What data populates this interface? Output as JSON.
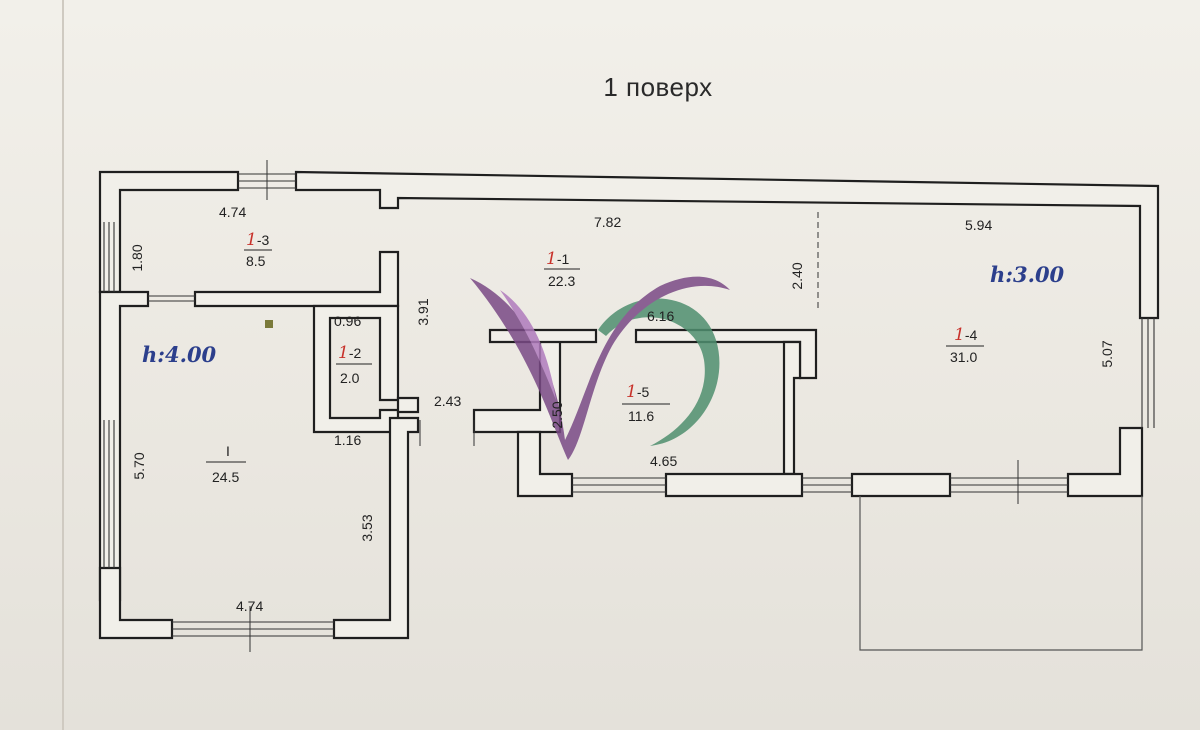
{
  "title": "1 поверх",
  "heights": {
    "left": "h:4.00",
    "right": "h:3.00"
  },
  "rooms": [
    {
      "mark": "1",
      "suffix": "-3",
      "area": "8.5"
    },
    {
      "mark": "1",
      "suffix": "-2",
      "area": "2.0"
    },
    {
      "mark": "1",
      "suffix": "-1",
      "area": "22.3"
    },
    {
      "mark": "1",
      "suffix": "-5",
      "area": "11.6"
    },
    {
      "mark": "1",
      "suffix": "-4",
      "area": "31.0"
    },
    {
      "mark": "I",
      "suffix": "",
      "area": "24.5"
    }
  ],
  "dimensions": {
    "top_left": "4.74",
    "top_mid": "7.82",
    "top_right": "5.94",
    "left_upper": "1.80",
    "left_lower": "5.70",
    "bottom_left": "4.74",
    "small_width": "0.96",
    "mid_vertical": "3.91",
    "below_small": "1.16",
    "lower_right_vertical": "3.53",
    "corridor": "2.43",
    "partition_vertical": "2.40",
    "inner_width": "6.16",
    "inner_height": "2.50",
    "inner_bottom": "4.65",
    "right_vertical": "5.07"
  },
  "colors": {
    "wall": "#1f1f1f",
    "room_mark": "#c8322b",
    "handwriting": "#2c3f8c",
    "logo_purple": "#7a4a86",
    "logo_green": "#4f8f6f"
  },
  "logo": "watermark-logo"
}
